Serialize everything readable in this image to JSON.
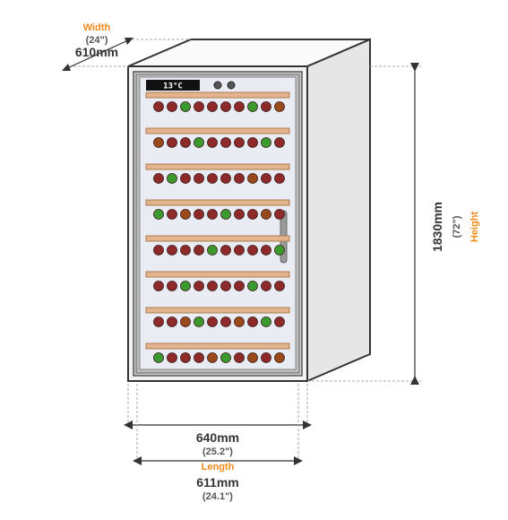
{
  "display": {
    "text": "13°C"
  },
  "dimensions": {
    "width": {
      "label": "Width",
      "imperial": "(24\")",
      "metric": "610mm"
    },
    "height": {
      "label": "Height",
      "imperial": "(72\")",
      "metric": "1830mm"
    },
    "overall_width": {
      "metric": "640mm",
      "imperial": "(25.2\")"
    },
    "length": {
      "label": "Length",
      "metric": "611mm",
      "imperial": "(24.1\")"
    }
  },
  "colors": {
    "accent": "#f0891a",
    "outline": "#333333",
    "cabinet_front": "#f3f3f3",
    "cabinet_side": "#e6e6e6",
    "glass": "#e9edf3",
    "shelf": "#e2b48e",
    "bottle_red": "#8e2a2a",
    "bottle_green": "#3b9a2e",
    "bottle_brown": "#9a4a1a"
  },
  "shelves": [
    [
      "red",
      "red",
      "green",
      "red",
      "red",
      "red",
      "red",
      "green",
      "red",
      "brown"
    ],
    [
      "brown",
      "red",
      "red",
      "green",
      "red",
      "red",
      "red",
      "red",
      "green",
      "red"
    ],
    [
      "red",
      "green",
      "red",
      "red",
      "red",
      "red",
      "red",
      "brown",
      "red",
      "red"
    ],
    [
      "green",
      "red",
      "brown",
      "red",
      "red",
      "green",
      "red",
      "red",
      "brown",
      "red"
    ],
    [
      "red",
      "red",
      "red",
      "red",
      "green",
      "red",
      "red",
      "red",
      "red",
      "green"
    ],
    [
      "red",
      "red",
      "green",
      "red",
      "red",
      "red",
      "red",
      "green",
      "red",
      "red"
    ],
    [
      "red",
      "red",
      "brown",
      "green",
      "red",
      "red",
      "brown",
      "red",
      "green",
      "red"
    ],
    [
      "green",
      "red",
      "red",
      "red",
      "brown",
      "green",
      "red",
      "brown",
      "red",
      "brown"
    ]
  ]
}
